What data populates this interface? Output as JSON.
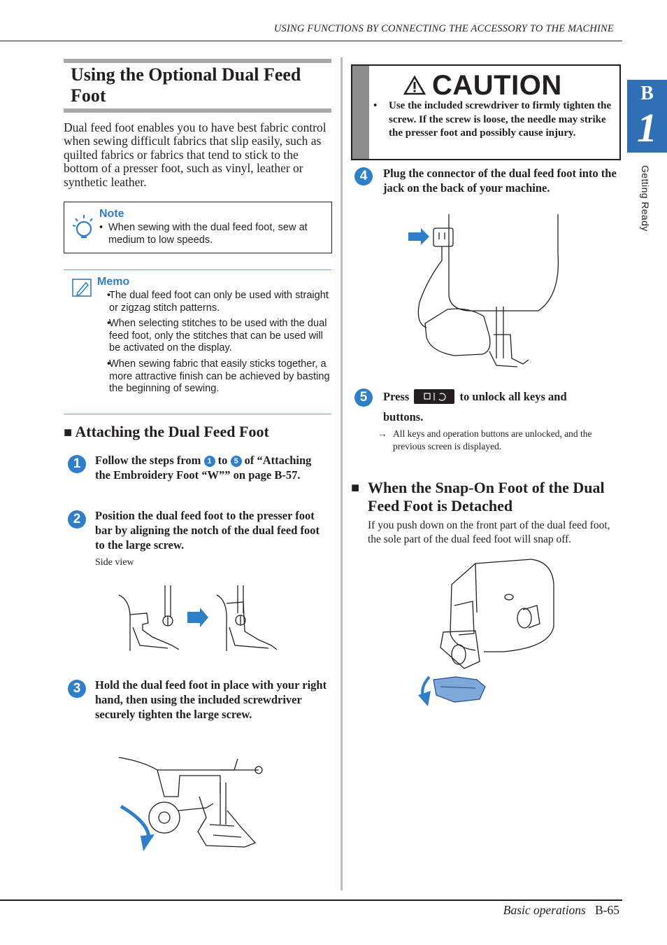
{
  "header": {
    "running_title": "USING FUNCTIONS BY CONNECTING THE ACCESSORY TO THE MACHINE"
  },
  "side_tab": {
    "letter": "B",
    "number": "1",
    "label": "Getting Ready"
  },
  "section": {
    "title_line1": "Using the Optional Dual Feed",
    "title_line2": "Foot",
    "intro": "Dual feed foot enables you to have best fabric control when sewing difficult fabrics that slip easily, such as quilted fabrics or fabrics that tend to stick to the bottom of a presser foot, such as vinyl, leather or synthetic leather."
  },
  "note": {
    "title": "Note",
    "items": [
      "When sewing with the dual feed foot, sew at medium to low speeds."
    ]
  },
  "memo": {
    "title": "Memo",
    "items": [
      "The dual feed foot can only be used with straight or zigzag stitch patterns.",
      "When selecting stitches to be used with the dual feed foot, only the stitches that can be used will be activated on the display.",
      "When sewing fabric that easily sticks together, a more attractive finish can be achieved by basting the beginning of sewing."
    ]
  },
  "attaching": {
    "heading": "Attaching the Dual Feed Foot",
    "steps": [
      {
        "num": "1",
        "text_a": "Follow the steps from",
        "ref_a": "1",
        "text_b": "to",
        "ref_b": "5",
        "text_c": "of “Attaching the Embroidery Foot “W”” on page B-57."
      },
      {
        "num": "2",
        "text": "Position the dual feed foot to the presser foot bar by aligning the notch of the dual feed foot to the large screw.",
        "caption": "Side view"
      },
      {
        "num": "3",
        "text": "Hold the dual feed foot in place with your right hand, then using the included screwdriver securely tighten the large screw."
      },
      {
        "num": "4",
        "text": "Plug the connector of the dual feed foot into the jack on the back of your machine."
      },
      {
        "num": "5",
        "text_pre": "Press",
        "text_post": "to unlock all keys and buttons.",
        "result": "All keys and operation buttons are unlocked, and the previous screen is displayed.",
        "arrow": "→"
      }
    ]
  },
  "caution": {
    "title": "CAUTION",
    "items": [
      "Use the included screwdriver to firmly tighten the screw. If the screw is loose, the needle may strike the presser foot and possibly cause injury."
    ]
  },
  "snap_on": {
    "heading_line1": "When the Snap-On Foot of the Dual",
    "heading_line2": "Feed Foot is Detached",
    "text": "If you push down on the front part of the dual feed foot, the sole part of the dual feed foot will snap off."
  },
  "footer": {
    "section": "Basic operations",
    "page": "B-65"
  },
  "colors": {
    "accent": "#2f7ec8",
    "tab": "#2f6fb5",
    "rule_gray": "#a7a9ac"
  },
  "icons": [
    "lightbulb-icon",
    "memo-pencil-icon",
    "warning-triangle-icon",
    "lock-key-icon",
    "blue-arrow-icon"
  ]
}
